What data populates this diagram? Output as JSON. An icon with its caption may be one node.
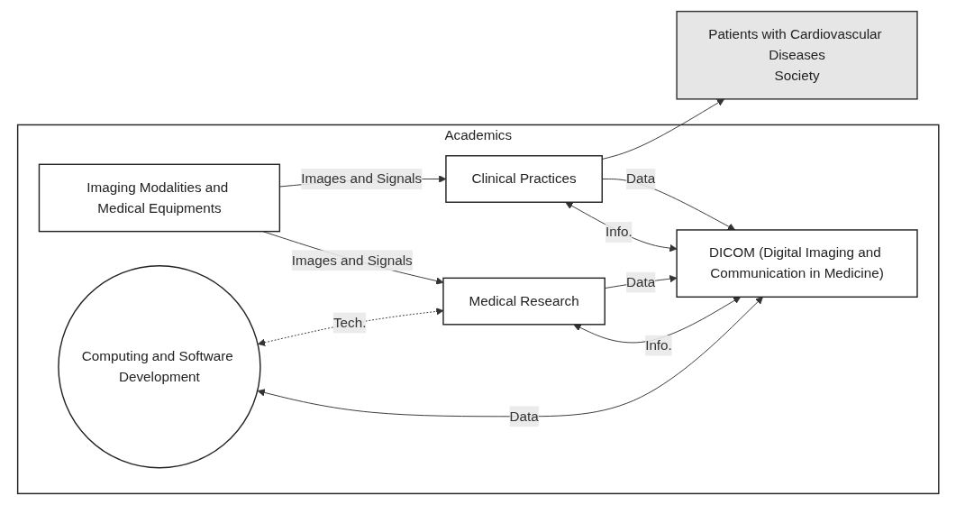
{
  "diagram": {
    "nodes": [
      {
        "text": [
          "Patients with Cardiovascular Diseases",
          "Society"
        ]
      },
      {
        "text": [
          "Academics"
        ]
      },
      {
        "text": [
          "Imaging Modalities and Medical Equipments"
        ],
        "in": 1
      },
      {
        "text": [
          "Clinical Practices"
        ],
        "in": 1
      },
      {
        "text": [
          "Computing and Software Development"
        ],
        "in": 1
      },
      {
        "text": [
          "Medical Research"
        ],
        "in": 1
      },
      {
        "text": [
          "DICOM (Digital Imaging and Communication in Medicine)"
        ],
        "in": 1
      }
    ],
    "edges": [
      {
        "from": 2,
        "to": 3,
        "label": "Images and Signals",
        "arrow": "to"
      },
      {
        "from": 2,
        "to": 5,
        "label": "Images and Signals",
        "arrow": "to"
      },
      {
        "from": 3,
        "to": 0,
        "arrow": "to"
      },
      {
        "from": 4,
        "to": 5,
        "label": "Tech.",
        "arrow": "both",
        "style": "dashed"
      },
      {
        "from": 3,
        "to": 6,
        "label": "Data",
        "arrow": "to"
      },
      {
        "from": 3,
        "to": 6,
        "label": "Info.",
        "arrow": "both"
      },
      {
        "from": 4,
        "to": 6,
        "label": "Data",
        "arrow": "both"
      },
      {
        "from": 5,
        "to": 6,
        "label": "Data",
        "arrow": "to"
      },
      {
        "from": 5,
        "to": 6,
        "label": "Info.",
        "arrow": "both"
      }
    ]
  }
}
